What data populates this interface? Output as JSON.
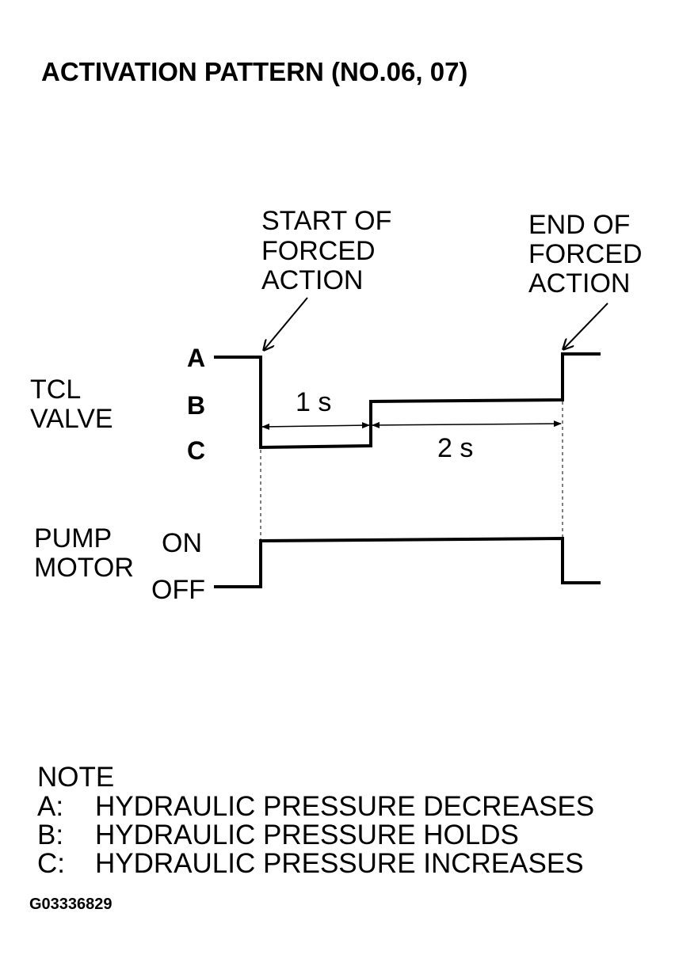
{
  "title": "ACTIVATION PATTERN (NO.06, 07)",
  "callouts": {
    "start": [
      "START OF",
      "FORCED",
      "ACTION"
    ],
    "end": [
      "END OF",
      "FORCED",
      "ACTION"
    ]
  },
  "tcl_valve": {
    "label": [
      "TCL",
      "VALVE"
    ],
    "levels": [
      "A",
      "B",
      "C"
    ],
    "sequence": [
      "A",
      "C",
      "B",
      "A"
    ]
  },
  "pump_motor": {
    "label": [
      "PUMP",
      "MOTOR"
    ],
    "levels": [
      "ON",
      "OFF"
    ],
    "sequence": [
      "OFF",
      "ON",
      "OFF"
    ]
  },
  "durations": [
    {
      "label": "1 s",
      "seconds": 1
    },
    {
      "label": "2 s",
      "seconds": 2
    }
  ],
  "note": {
    "heading": "NOTE",
    "items": [
      {
        "key": "A:",
        "text": "HYDRAULIC PRESSURE DECREASES"
      },
      {
        "key": "B:",
        "text": "HYDRAULIC PRESSURE HOLDS"
      },
      {
        "key": "C:",
        "text": "HYDRAULIC PRESSURE INCREASES"
      }
    ]
  },
  "figure_code": "G03336829"
}
